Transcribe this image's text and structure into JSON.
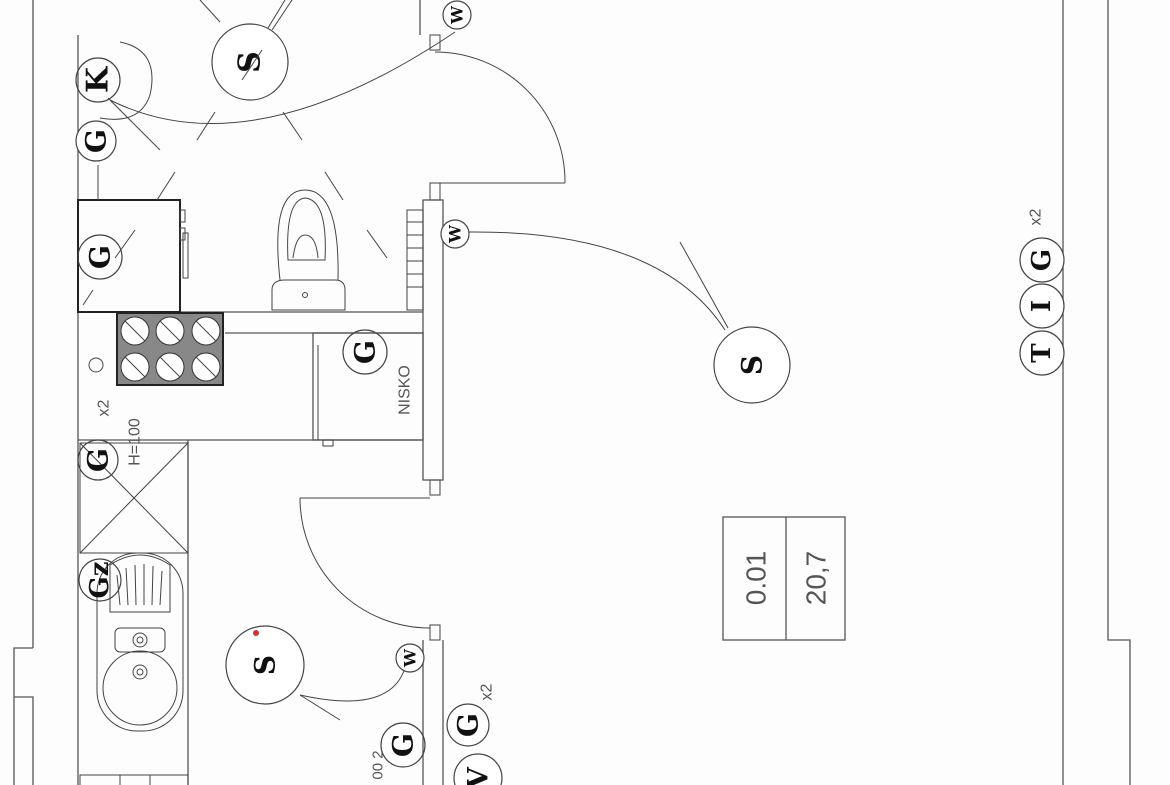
{
  "plan": {
    "symbols": {
      "sensor_top": "S",
      "sensor_right": "S",
      "sensor_bottom": "S",
      "switch_top": "W",
      "switch_mid": "W",
      "switch_bottom": "W",
      "k_outlet": "K",
      "g_upper": "G",
      "g_washer": "G",
      "g_nisko": "G",
      "g_counter": "G",
      "gz_sink": "Gz",
      "g_bottom_a": "G",
      "g_bottom_b": "G",
      "v_bottom": "V",
      "t_outlet": "T",
      "i_outlet": "I",
      "g_right": "G"
    },
    "annotations": {
      "counter_mult": "x2",
      "counter_height": "H=100",
      "nisko": "NISKO",
      "right_mult": "x2",
      "bottom_mult": "x2",
      "bottom_partial": "00 2"
    },
    "room_tag": {
      "number": "0.01",
      "area": "20,7"
    }
  }
}
